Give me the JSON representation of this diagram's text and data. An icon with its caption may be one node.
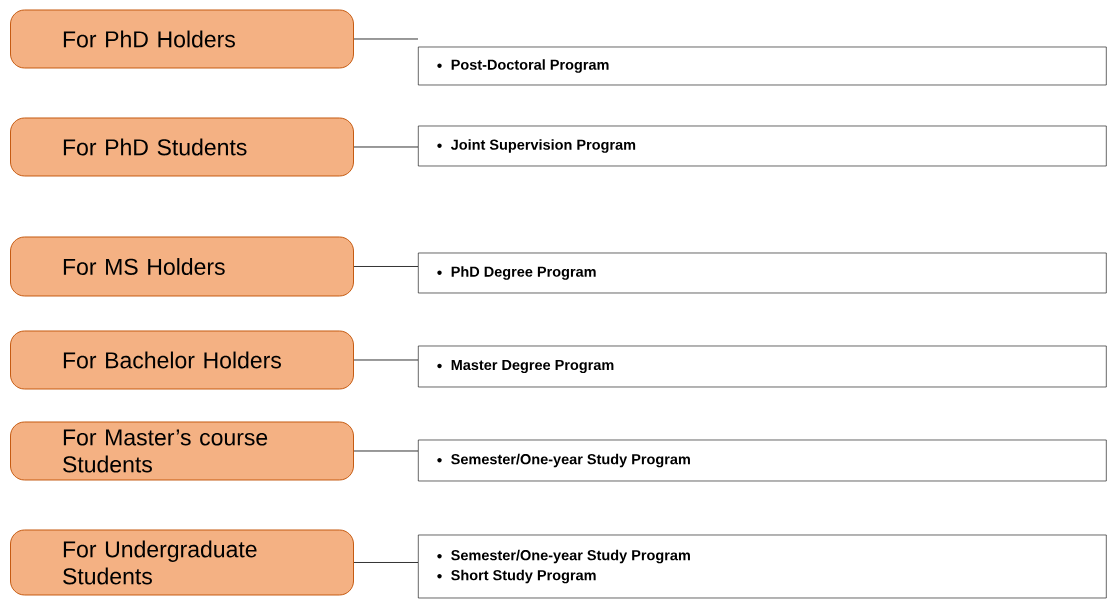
{
  "diagram": {
    "nodes": [
      {
        "text": [
          "For PhD Holders"
        ]
      },
      {
        "text": [
          "Post-Doctoral Program"
        ]
      },
      {
        "text": [
          "For PhD Students"
        ]
      },
      {
        "text": [
          "Joint Supervision Program"
        ]
      },
      {
        "text": [
          "For MS Holders"
        ]
      },
      {
        "text": [
          "PhD Degree Program"
        ]
      },
      {
        "text": [
          "For Bachelor Holders"
        ]
      },
      {
        "text": [
          "Master Degree Program"
        ]
      },
      {
        "text": [
          "For Master’s course Students"
        ]
      },
      {
        "text": [
          "Semester/One-year Study Program"
        ]
      },
      {
        "text": [
          "For Undergraduate Students"
        ]
      },
      {
        "text": [
          "Semester/One-year Study Program",
          "Short Study Program"
        ]
      }
    ],
    "edges": [
      {
        "from": 0,
        "to": 1,
        "arrow": "none"
      },
      {
        "from": 2,
        "to": 3,
        "arrow": "none"
      },
      {
        "from": 4,
        "to": 5,
        "arrow": "none"
      },
      {
        "from": 6,
        "to": 7,
        "arrow": "none"
      },
      {
        "from": 8,
        "to": 9,
        "arrow": "none"
      },
      {
        "from": 10,
        "to": 11,
        "arrow": "none"
      }
    ]
  }
}
